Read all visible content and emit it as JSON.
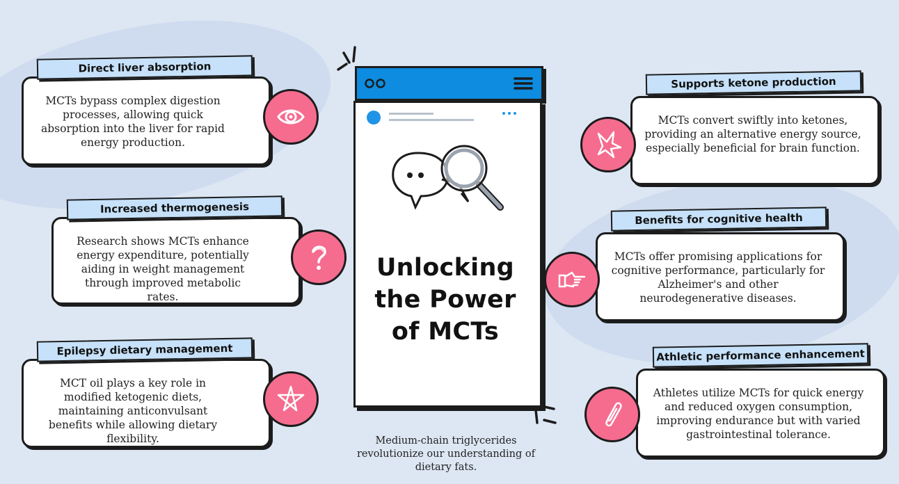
{
  "title": "Unlocking the Power of MCTs",
  "subtitle": "Medium-chain triglycerides revolutionize our understanding of dietary fats.",
  "colors": {
    "background": "#dde7f3",
    "label": "#c6e1f9",
    "icon_circle": "#f56c8f",
    "phone_bar": "#0d8ce0"
  },
  "items": [
    {
      "heading": "Direct liver absorption",
      "text": "MCTs bypass complex digestion processes, allowing quick absorption into the liver for rapid energy production.",
      "icon": "eye-icon"
    },
    {
      "heading": "Increased thermogenesis",
      "text": "Research shows MCTs enhance energy expenditure, potentially aiding in weight management through improved metabolic rates.",
      "icon": "question-mark-icon"
    },
    {
      "heading": "Epilepsy dietary management",
      "text": "MCT oil plays a key role in modified ketogenic diets, maintaining anticonvulsant benefits while allowing dietary flexibility.",
      "icon": "star-icon"
    },
    {
      "heading": "Supports ketone production",
      "text": "MCTs convert swiftly into ketones, providing an alternative energy source, especially beneficial for brain function.",
      "icon": "spark-icon"
    },
    {
      "heading": "Benefits for cognitive health",
      "text": "MCTs offer promising applications for cognitive performance, particularly for Alzheimer's and other neurodegenerative diseases.",
      "icon": "pointing-hand-icon"
    },
    {
      "heading": "Athletic performance enhancement",
      "text": "Athletes utilize MCTs for quick energy and reduced oxygen consumption, improving endurance but with varied gastrointestinal tolerance.",
      "icon": "paperclip-icon"
    }
  ]
}
